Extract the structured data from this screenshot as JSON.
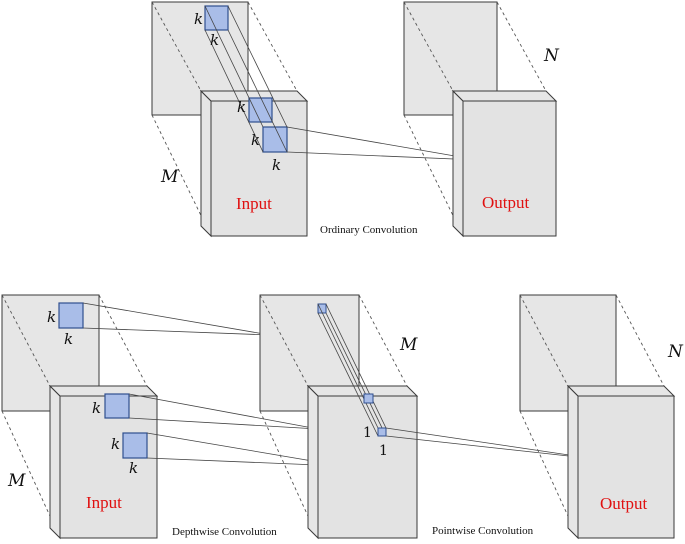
{
  "ordinary": {
    "kernel_label": "k",
    "depth_label": "M",
    "output_depth_label": "N",
    "input_label": "Input",
    "output_label": "Output",
    "caption": "Ordinary Convolution"
  },
  "separable": {
    "kernel_label": "k",
    "pointwise_kernel_label": "1",
    "depth_label_input": "M",
    "depth_label_middle": "M",
    "output_depth_label": "N",
    "input_label": "Input",
    "output_label": "Output",
    "depthwise_caption": "Depthwise Convolution",
    "pointwise_caption": "Pointwise Convolution"
  },
  "colors": {
    "kernel_fill": "#a9bde8",
    "kernel_stroke": "#2f4f8f",
    "label_red": "#e01010",
    "face": "#e6e6e6"
  }
}
